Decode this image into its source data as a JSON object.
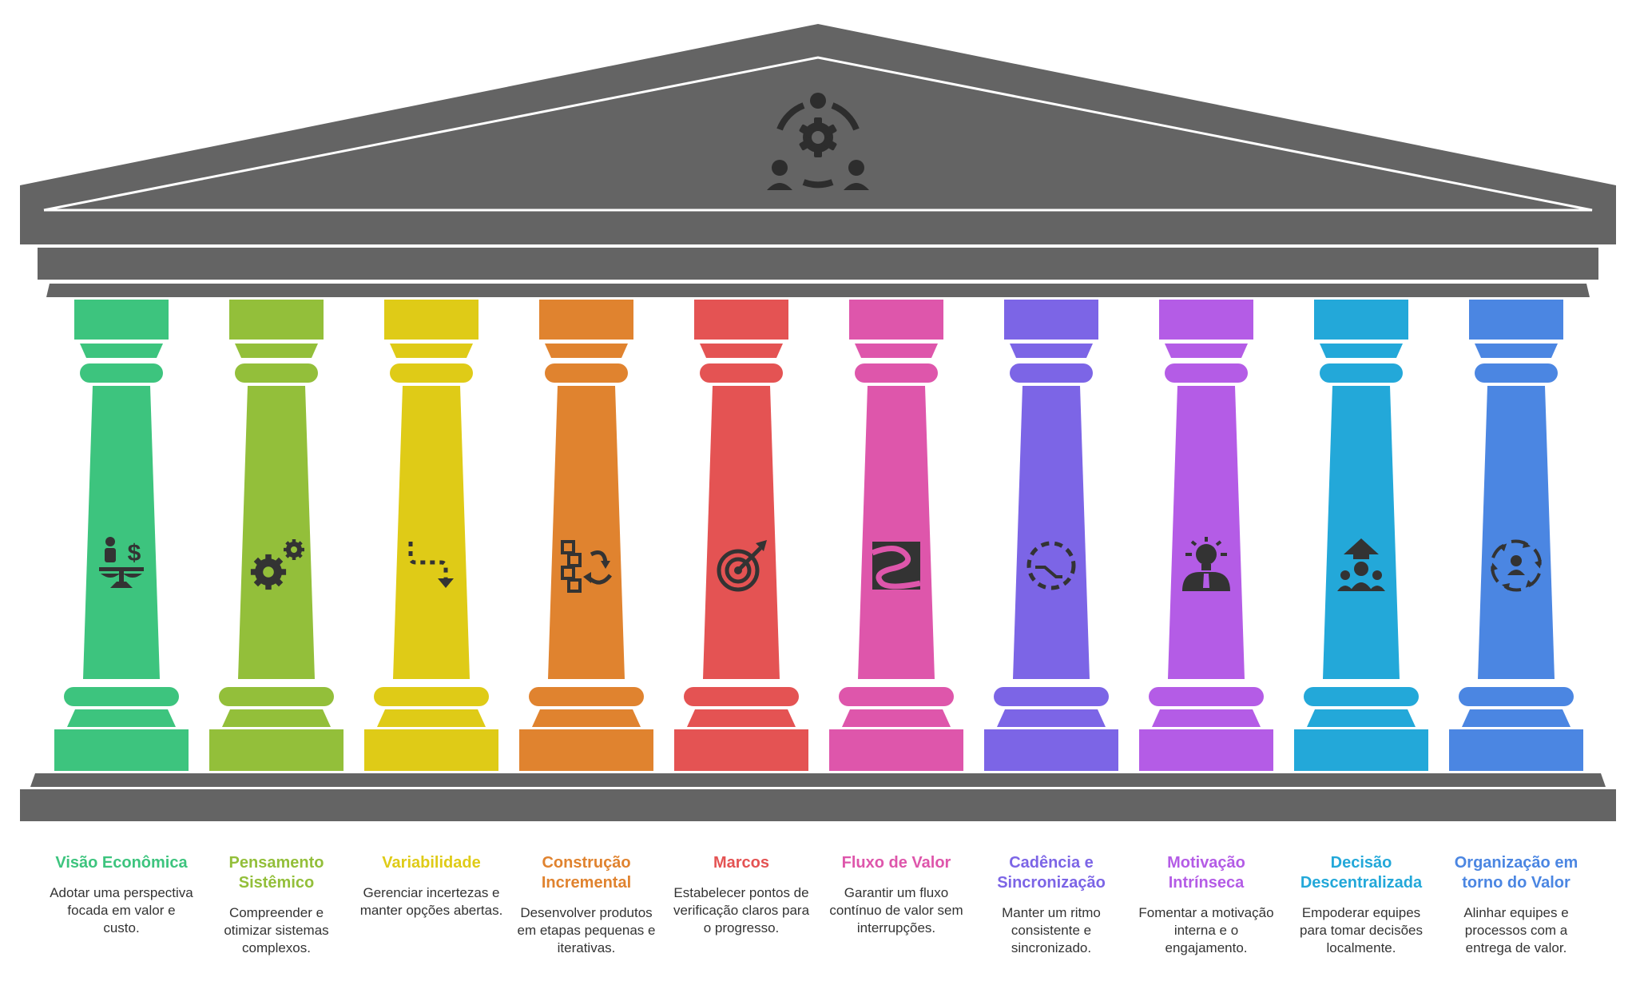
{
  "stone_color": "#646464",
  "center_icon": "team-gear-icon",
  "pillars": [
    {
      "title": "Visão Econômica",
      "desc": "Adotar uma perspectiva focada em valor e custo.",
      "color": "#3dc47e",
      "icon": "person-dollar-balance-icon"
    },
    {
      "title": "Pensamento Sistêmico",
      "desc": "Compreender e otimizar sistemas complexos.",
      "color": "#93bf3a",
      "icon": "gears-icon"
    },
    {
      "title": "Variabilidade",
      "desc": "Gerenciar incertezas e manter opções abertas.",
      "color": "#dfcb17",
      "icon": "dotted-path-icon"
    },
    {
      "title": "Construção Incremental",
      "desc": "Desenvolver produtos em etapas pequenas e iterativas.",
      "color": "#e0832f",
      "icon": "blocks-cycle-icon"
    },
    {
      "title": "Marcos",
      "desc": "Estabelecer pontos de verificação claros para o progresso.",
      "color": "#e45353",
      "icon": "target-arrow-icon"
    },
    {
      "title": "Fluxo de Valor",
      "desc": "Garantir um fluxo contínuo de valor sem interrupções.",
      "color": "#de56ab",
      "icon": "flow-river-icon"
    },
    {
      "title": "Cadência e Sincronização",
      "desc": "Manter um ritmo consistente e sincronizado.",
      "color": "#7c65e6",
      "icon": "dashed-cycle-icon"
    },
    {
      "title": "Motivação Intrínseca",
      "desc": "Fomentar a motivação interna e o engajamento.",
      "color": "#b45ce6",
      "icon": "person-lightbulb-icon"
    },
    {
      "title": "Decisão Descentralizada",
      "desc": "Empoderar equipes para tomar decisões localmente.",
      "color": "#23a8d9",
      "icon": "team-arrow-up-icon"
    },
    {
      "title": "Organização em torno do Valor",
      "desc": "Alinhar equipes e processos com a entrega de valor.",
      "color": "#4b86e2",
      "icon": "person-arrows-cycle-icon"
    }
  ]
}
